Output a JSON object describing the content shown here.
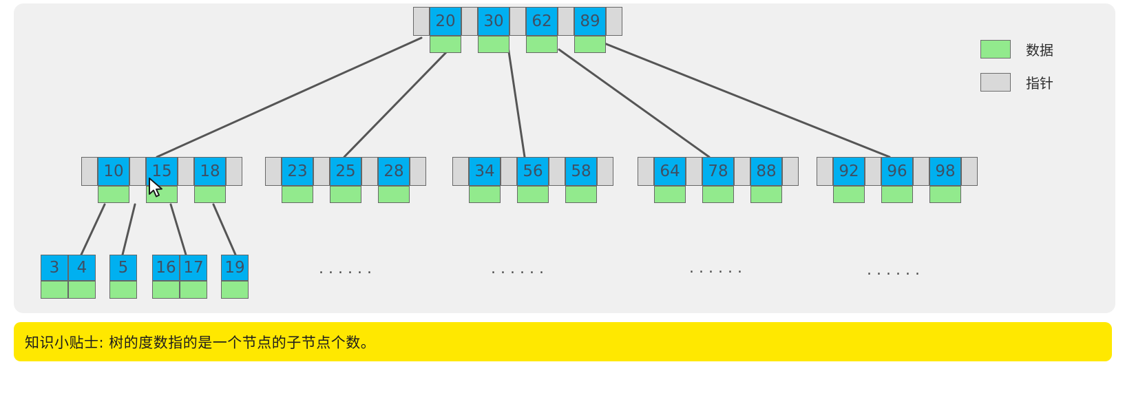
{
  "tip": {
    "text": "知识小贴士: 树的度数指的是一个节点的子节点个数。",
    "background": "#ffe800"
  },
  "legend": {
    "items": [
      {
        "label": "数据",
        "color": "#92ea8d",
        "swatch": "green"
      },
      {
        "label": "指针",
        "color": "#d9d9d9",
        "swatch": "gray"
      }
    ]
  },
  "colors": {
    "panel": "#f0f0f0",
    "key_fill": "#00b0f0",
    "pointer_fill": "#d9d9d9",
    "data_fill": "#92ea8d",
    "border": "#666666",
    "edge": "#555555",
    "key_text": "#3f4f63"
  },
  "tree": {
    "type": "b-tree",
    "root": {
      "keys": [
        "20",
        "30",
        "62",
        "89"
      ],
      "pointers": 5
    },
    "level2": [
      {
        "keys": [
          "10",
          "15",
          "18"
        ],
        "pointers": 4
      },
      {
        "keys": [
          "23",
          "25",
          "28"
        ],
        "pointers": 4
      },
      {
        "keys": [
          "34",
          "56",
          "58"
        ],
        "pointers": 4
      },
      {
        "keys": [
          "64",
          "78",
          "88"
        ],
        "pointers": 4
      },
      {
        "keys": [
          "92",
          "96",
          "98"
        ],
        "pointers": 4
      }
    ],
    "leaves": [
      {
        "keys": [
          "3",
          "4"
        ]
      },
      {
        "keys": [
          "5"
        ]
      },
      {
        "keys": [
          "16",
          "17"
        ]
      },
      {
        "keys": [
          "19"
        ]
      }
    ],
    "ellipses": [
      "......",
      "......",
      "......",
      "......"
    ]
  }
}
